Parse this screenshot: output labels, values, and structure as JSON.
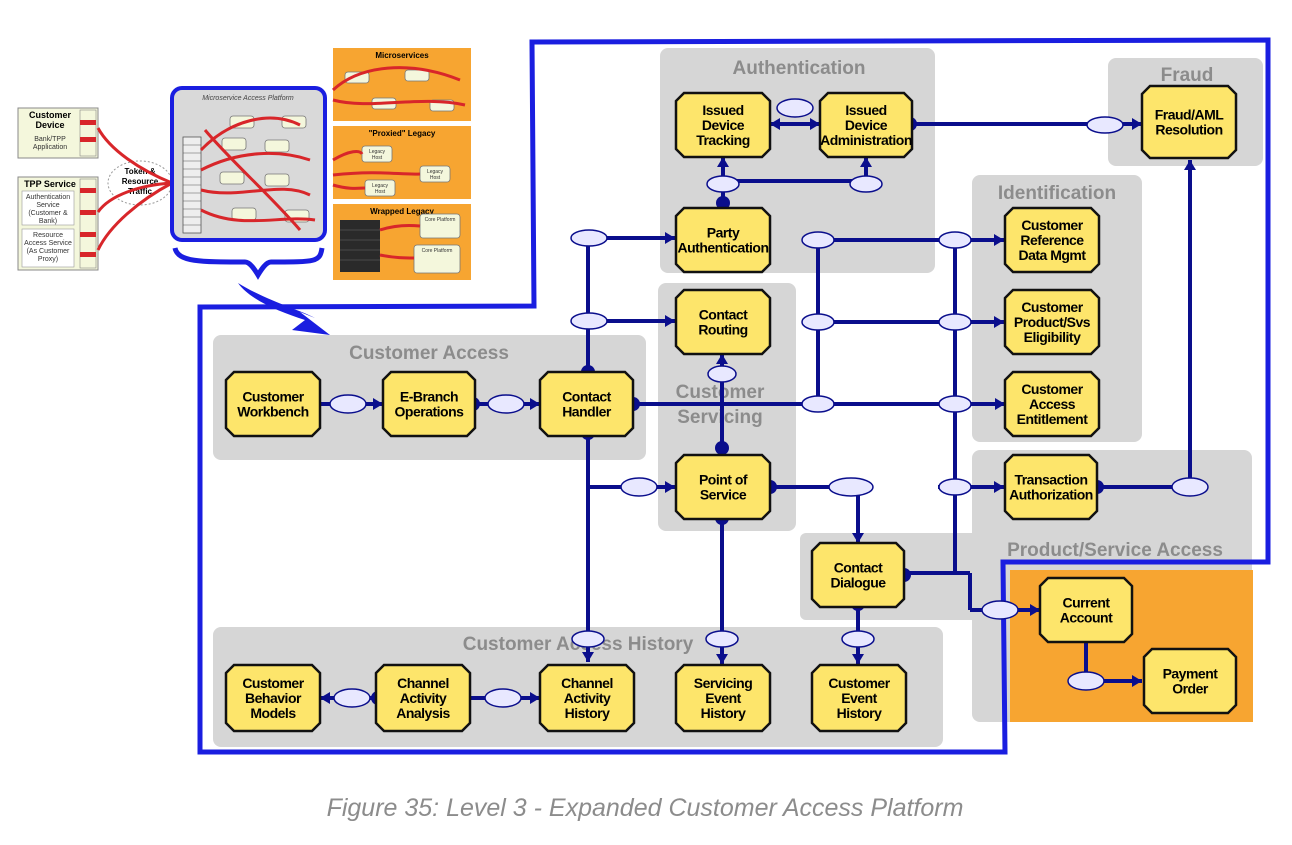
{
  "caption": "Figure 35: Level 3 - Expanded Customer Access Platform",
  "colors": {
    "link": "#0a0e8c",
    "node_fill": "#fde56b",
    "group_fill": "#d6d6d6",
    "highlight_group": "#f7a531",
    "red_link": "#d8262a"
  },
  "groups": {
    "authentication": "Authentication",
    "fraud": "Fraud",
    "identification": "Identification",
    "customer_access": "Customer Access",
    "customer_servicing_1": "Customer",
    "customer_servicing_2": "Servicing",
    "product_service_access": "Product/Service Access",
    "customer_access_history": "Customer Access History"
  },
  "nodes": {
    "issued_device_tracking": [
      "Issued",
      "Device",
      "Tracking"
    ],
    "issued_device_admin": [
      "Issued",
      "Device",
      "Administration"
    ],
    "fraud_aml": [
      "Fraud/AML",
      "Resolution"
    ],
    "party_auth": [
      "Party",
      "Authentication"
    ],
    "cust_ref_data": [
      "Customer",
      "Reference",
      "Data Mgmt"
    ],
    "contact_routing": [
      "Contact",
      "Routing"
    ],
    "cust_product_elig": [
      "Customer",
      "Product/Svs",
      "Eligibility"
    ],
    "cust_workbench": [
      "Customer",
      "Workbench"
    ],
    "ebranch_ops": [
      "E-Branch",
      "Operations"
    ],
    "contact_handler": [
      "Contact",
      "Handler"
    ],
    "cust_access_ent": [
      "Customer",
      "Access",
      "Entitlement"
    ],
    "point_of_service": [
      "Point of",
      "Service"
    ],
    "transaction_auth": [
      "Transaction",
      "Authorization"
    ],
    "contact_dialogue": [
      "Contact",
      "Dialogue"
    ],
    "current_account": [
      "Current",
      "Account"
    ],
    "payment_order": [
      "Payment",
      "Order"
    ],
    "cust_behavior": [
      "Customer",
      "Behavior",
      "Models"
    ],
    "channel_analysis": [
      "Channel",
      "Activity",
      "Analysis"
    ],
    "channel_history": [
      "Channel",
      "Activity",
      "History"
    ],
    "servicing_event": [
      "Servicing",
      "Event",
      "History"
    ],
    "customer_event": [
      "Customer",
      "Event",
      "History"
    ]
  },
  "inset": {
    "customer_device": "Customer Device",
    "bank_tpp_app": "Bank/TPP Application",
    "tpp_service": "TPP Service",
    "auth_service": "Authentication Service (Customer & Bank)",
    "resource_access": "Resource Access Service (As Customer Proxy)",
    "token_traffic": "Token & Resource Traffic",
    "platform": "Microservice Access Platform",
    "microservices": "Microservices",
    "proxied_legacy": "\"Proxied\" Legacy",
    "wrapped_legacy": "Wrapped Legacy",
    "legacy_host": "Legacy Host",
    "core_platform": "Core Platform"
  }
}
